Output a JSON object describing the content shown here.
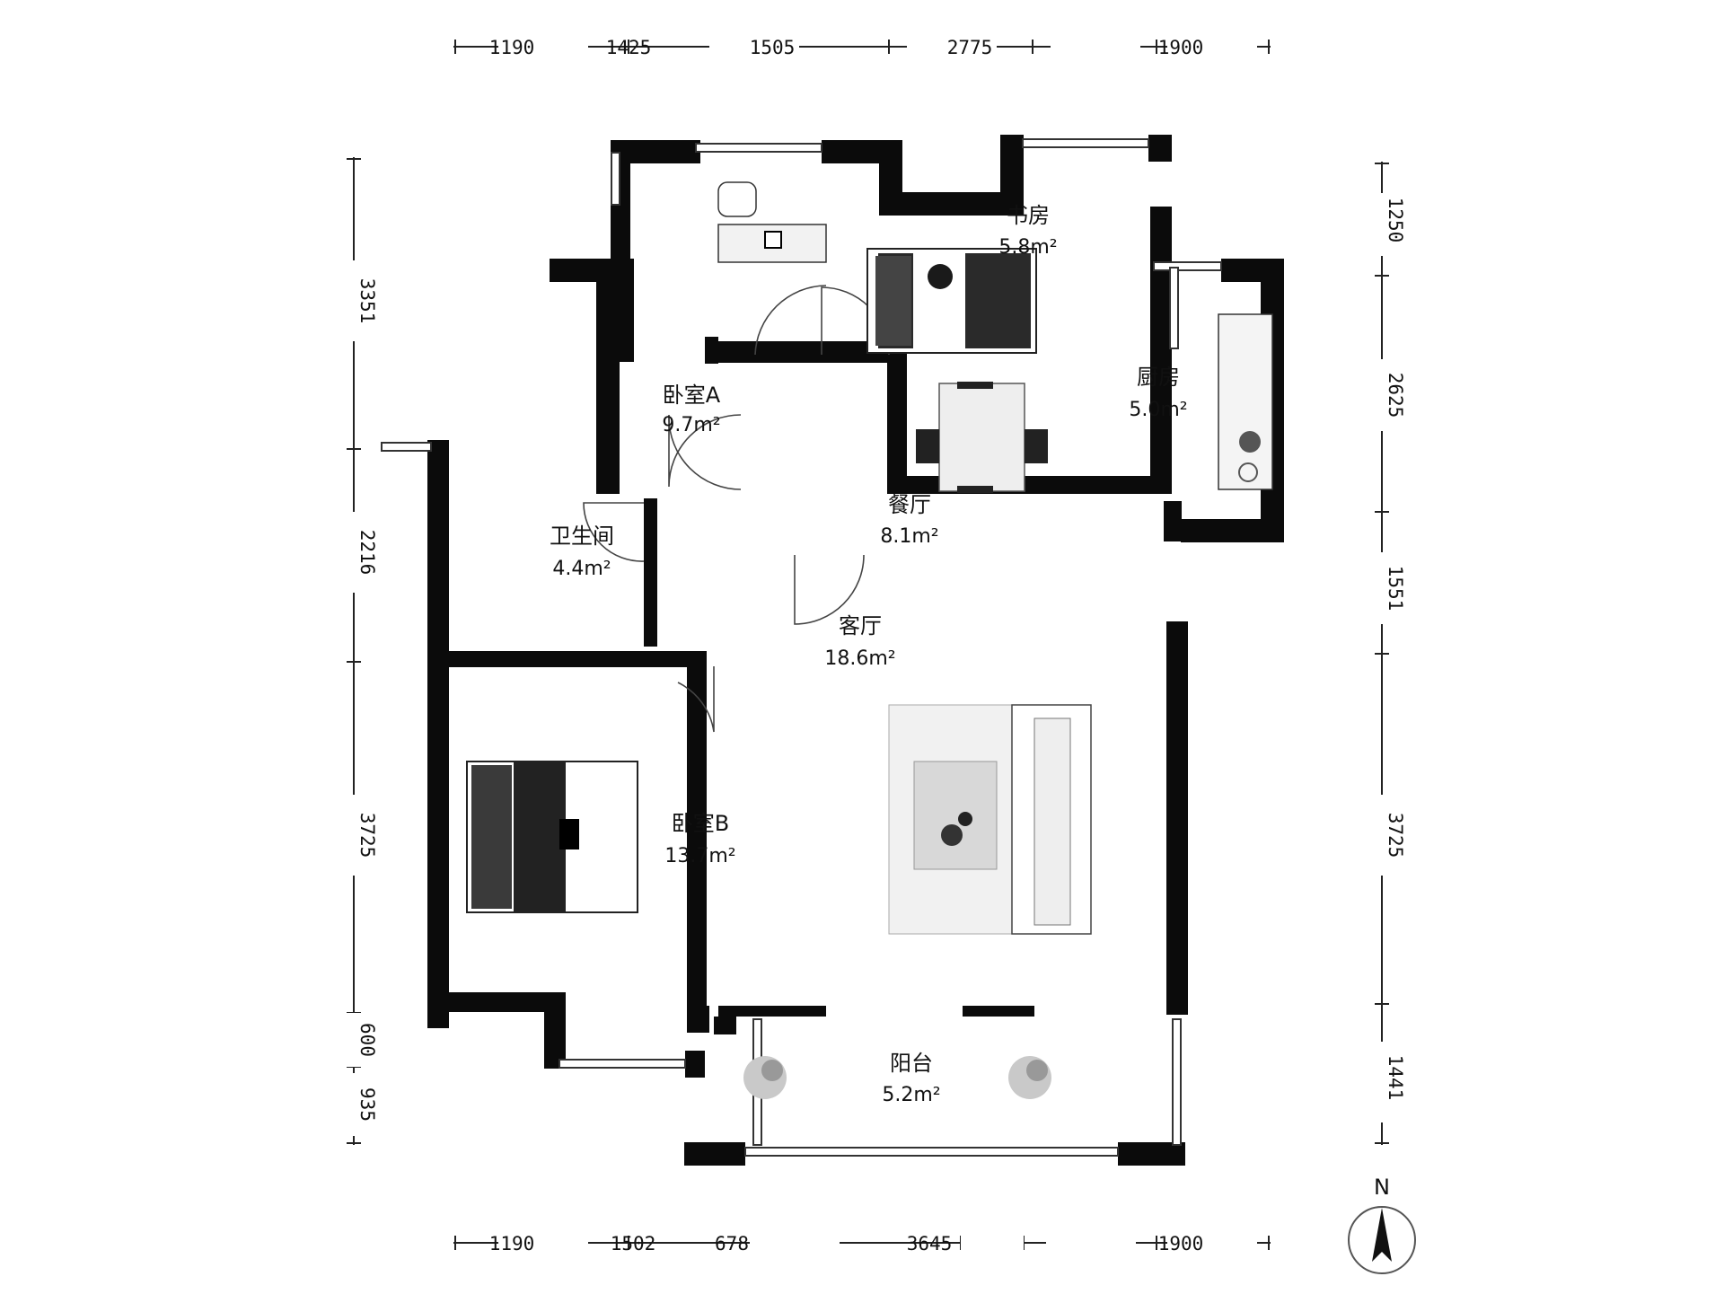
{
  "dimensions": {
    "top": [
      "1190",
      "1425",
      "1505",
      "2775",
      "1900"
    ],
    "bottom": [
      "1190",
      "1502",
      "678",
      "3645",
      "1900"
    ],
    "left": [
      "3351",
      "2216",
      "3725",
      "600",
      "935"
    ],
    "right": [
      "1250",
      "2625",
      "1551",
      "3725",
      "1441"
    ]
  },
  "rooms": {
    "bedroom_a": {
      "name": "卧室A",
      "area": "9.7m²"
    },
    "study": {
      "name": "书房",
      "area": "5.8m²"
    },
    "kitchen": {
      "name": "厨房",
      "area": "5.0m²"
    },
    "dining": {
      "name": "餐厅",
      "area": "8.1m²"
    },
    "bathroom": {
      "name": "卫生间",
      "area": "4.4m²"
    },
    "living": {
      "name": "客厅",
      "area": "18.6m²"
    },
    "bedroom_b": {
      "name": "卧室B",
      "area": "13.7m²"
    },
    "balcony": {
      "name": "阳台",
      "area": "5.2m²"
    }
  },
  "compass": {
    "label": "N"
  }
}
